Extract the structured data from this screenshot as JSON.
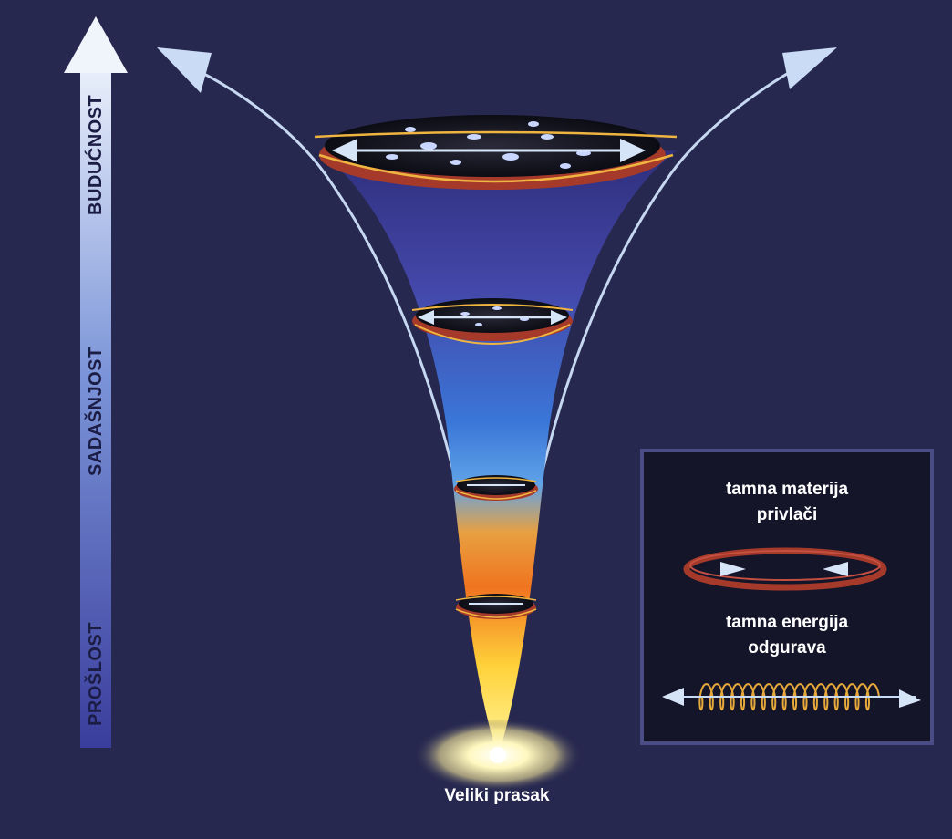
{
  "time_axis": {
    "past": "PROŠLOST",
    "present": "SADAŠNJOST",
    "future": "BUDUĆNOST"
  },
  "big_bang": "Veliki prasak",
  "legend": {
    "dark_matter_line1": "tamna materija",
    "dark_matter_line2": "privlači",
    "dark_energy_line1": "tamna energija",
    "dark_energy_line2": "odgurava"
  },
  "colors": {
    "background": "#27284f",
    "ring_red": "#a63a2a",
    "spring_yellow": "#f0b540",
    "arrow_light": "#c8dcf5",
    "funnel_top": "#3e3f9b",
    "funnel_mid": "#2f86e0",
    "funnel_orange": "#f07a20",
    "funnel_bottom": "#fff04a"
  }
}
